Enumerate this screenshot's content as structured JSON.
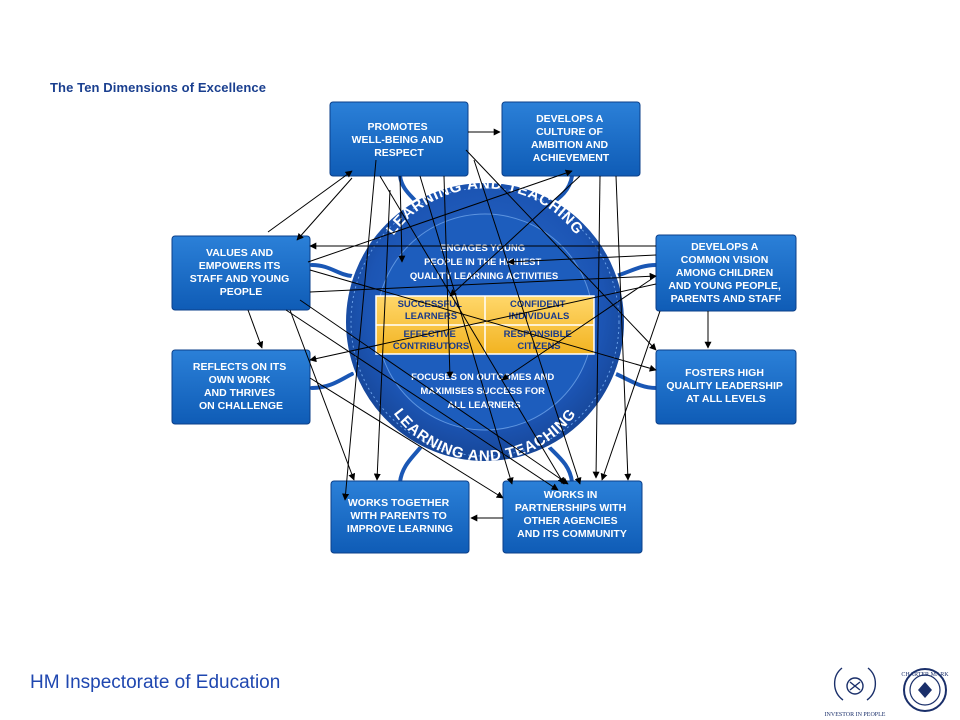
{
  "title": "The Ten Dimensions of Excellence",
  "footer": "HM Inspectorate of Education",
  "ring": {
    "top_label": "LEARNING AND TEACHING",
    "bottom_label": "LEARNING AND TEACHING",
    "top_inner": [
      "ENGAGES YOUNG",
      "PEOPLE IN THE HIGHEST",
      "QUALITY LEARNING ACTIVITIES"
    ],
    "bottom_inner": [
      "FOCUSES ON OUTCOMES AND",
      "MAXIMISES SUCCESS FOR",
      "ALL LEARNERS"
    ]
  },
  "capacities": [
    [
      "SUCCESSFUL",
      "LEARNERS"
    ],
    [
      "CONFIDENT",
      "INDIVIDUALS"
    ],
    [
      "EFFECTIVE",
      "CONTRIBUTORS"
    ],
    [
      "RESPONSIBLE",
      "CITIZENS"
    ]
  ],
  "boxes": {
    "promotes": [
      "PROMOTES",
      "WELL-BEING AND",
      "RESPECT"
    ],
    "develops_culture": [
      "DEVELOPS A",
      "CULTURE OF",
      "AMBITION AND",
      "ACHIEVEMENT"
    ],
    "values": [
      "VALUES AND",
      "EMPOWERS ITS",
      "STAFF AND YOUNG",
      "PEOPLE"
    ],
    "develops_vision": [
      "DEVELOPS A",
      "COMMON VISION",
      "AMONG CHILDREN",
      "AND YOUNG PEOPLE,",
      "PARENTS AND STAFF"
    ],
    "reflects": [
      "REFLECTS ON ITS",
      "OWN WORK",
      "AND THRIVES",
      "ON CHALLENGE"
    ],
    "fosters": [
      "FOSTERS HIGH",
      "QUALITY LEADERSHIP",
      "AT ALL LEVELS"
    ],
    "works_parents": [
      "WORKS TOGETHER",
      "WITH PARENTS TO",
      "IMPROVE LEARNING"
    ],
    "works_partnerships": [
      "WORKS IN",
      "PARTNERSHIPS WITH",
      "OTHER AGENCIES",
      "AND ITS COMMUNITY"
    ]
  },
  "logos": {
    "investor": "INVESTOR IN PEOPLE",
    "charter": "CHARTER MARK"
  }
}
